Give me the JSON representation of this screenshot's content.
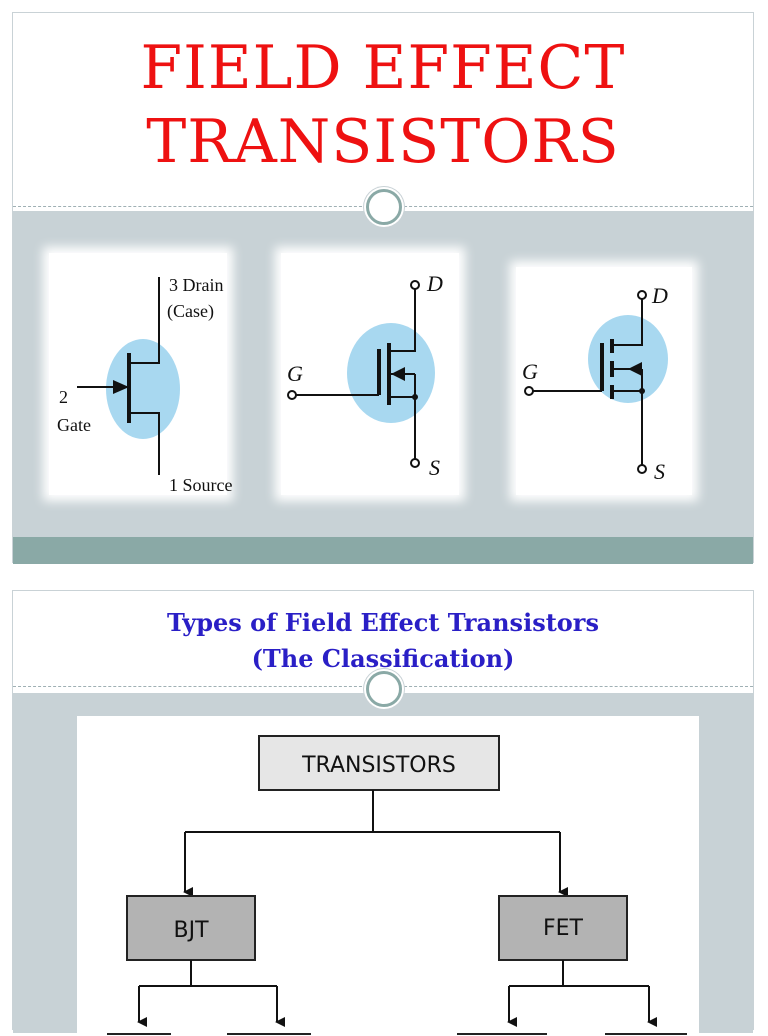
{
  "slide1": {
    "title_lines": [
      "FIELD EFFECT",
      "TRANSISTORS"
    ],
    "symbols": {
      "jfet": {
        "drain_label": "3 Drain",
        "case_label": "(Case)",
        "gate_number": "2",
        "gate_label": "Gate",
        "source_label": "1 Source"
      },
      "mosfet_depletion": {
        "gate_label": "G",
        "drain_label": "D",
        "source_label": "S"
      },
      "mosfet_enhancement": {
        "gate_label": "G",
        "drain_label": "D",
        "source_label": "S"
      }
    }
  },
  "slide2": {
    "title_lines": [
      "Types of Field Effect Transistors",
      "(The Classification)"
    ],
    "diagram": {
      "root": "TRANSISTORS",
      "left": "BJT",
      "right": "FET"
    }
  },
  "colors": {
    "title_red": "#ee1111",
    "subtitle_blue": "#2a1fc6",
    "content_bg": "#c8d2d6",
    "accent_teal": "#8aa9a6",
    "symbol_highlight": "#a8d8f0",
    "node_fill": "#b3b3b3",
    "root_fill": "#e6e6e6"
  }
}
